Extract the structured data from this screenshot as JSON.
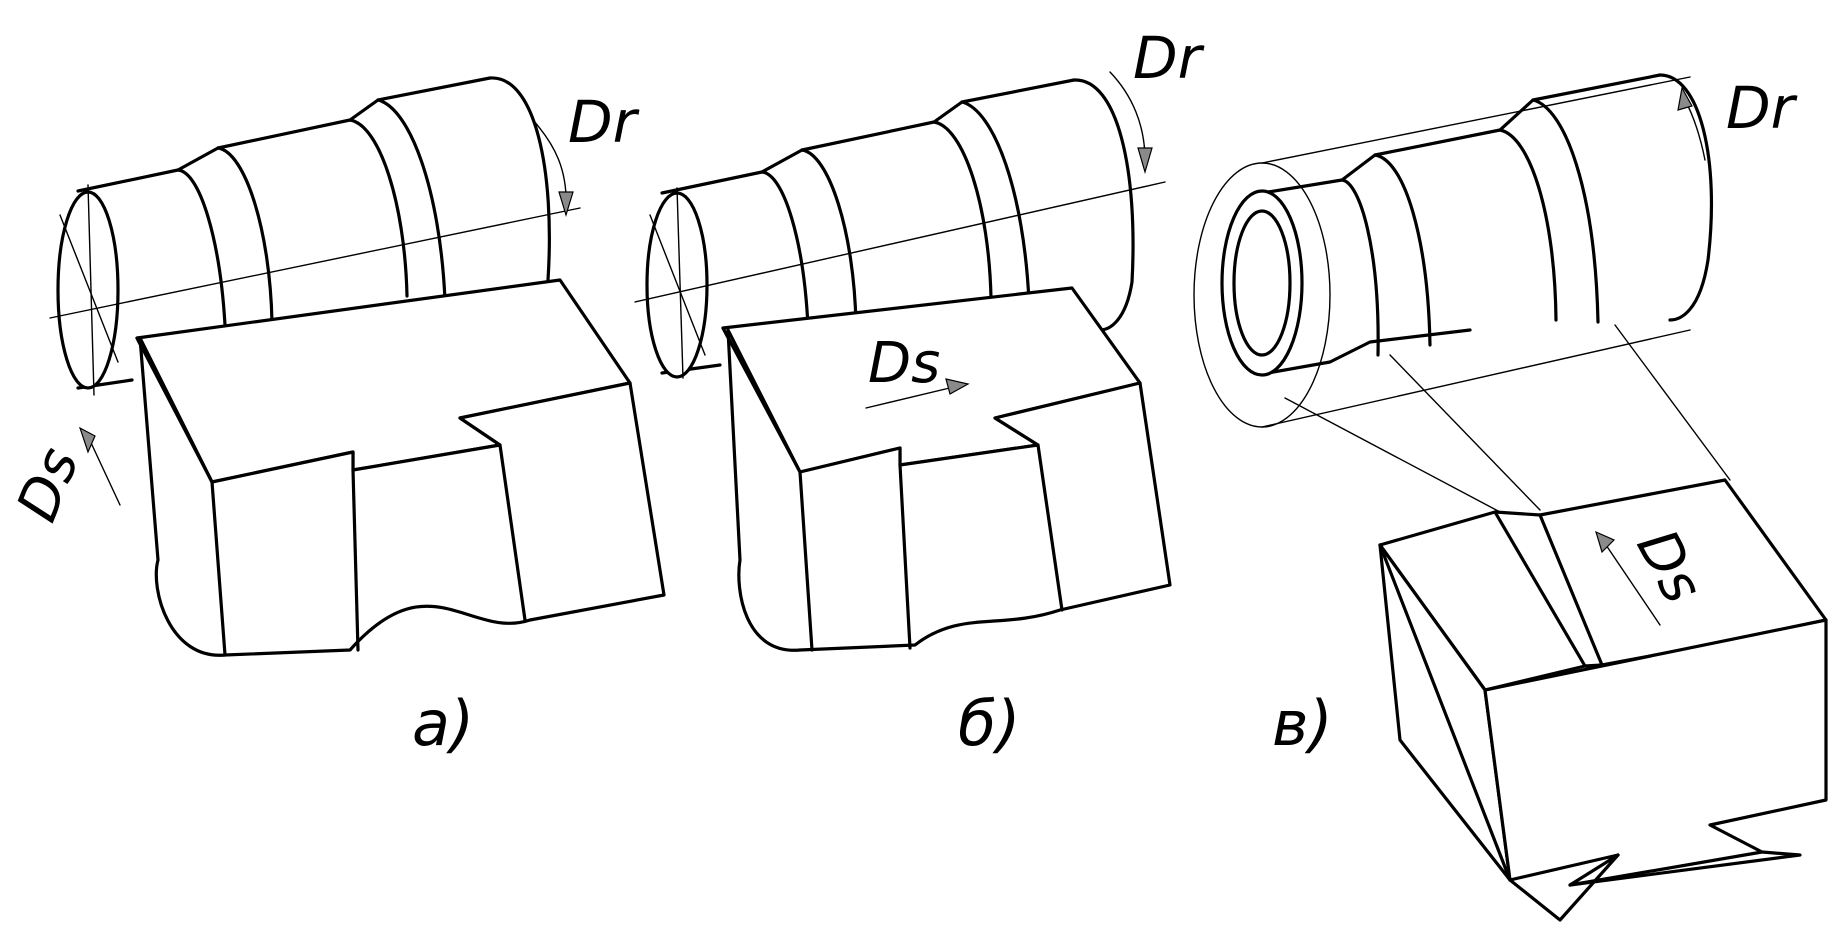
{
  "diagram": {
    "panels": [
      {
        "id": "a",
        "caption": "а)",
        "rotation_label": "Dr",
        "feed_label": "Ds"
      },
      {
        "id": "b",
        "caption": "б)",
        "rotation_label": "Dr",
        "feed_label": "Ds"
      },
      {
        "id": "v",
        "caption": "в)",
        "rotation_label": "Dr",
        "feed_label": "Ds"
      }
    ]
  }
}
